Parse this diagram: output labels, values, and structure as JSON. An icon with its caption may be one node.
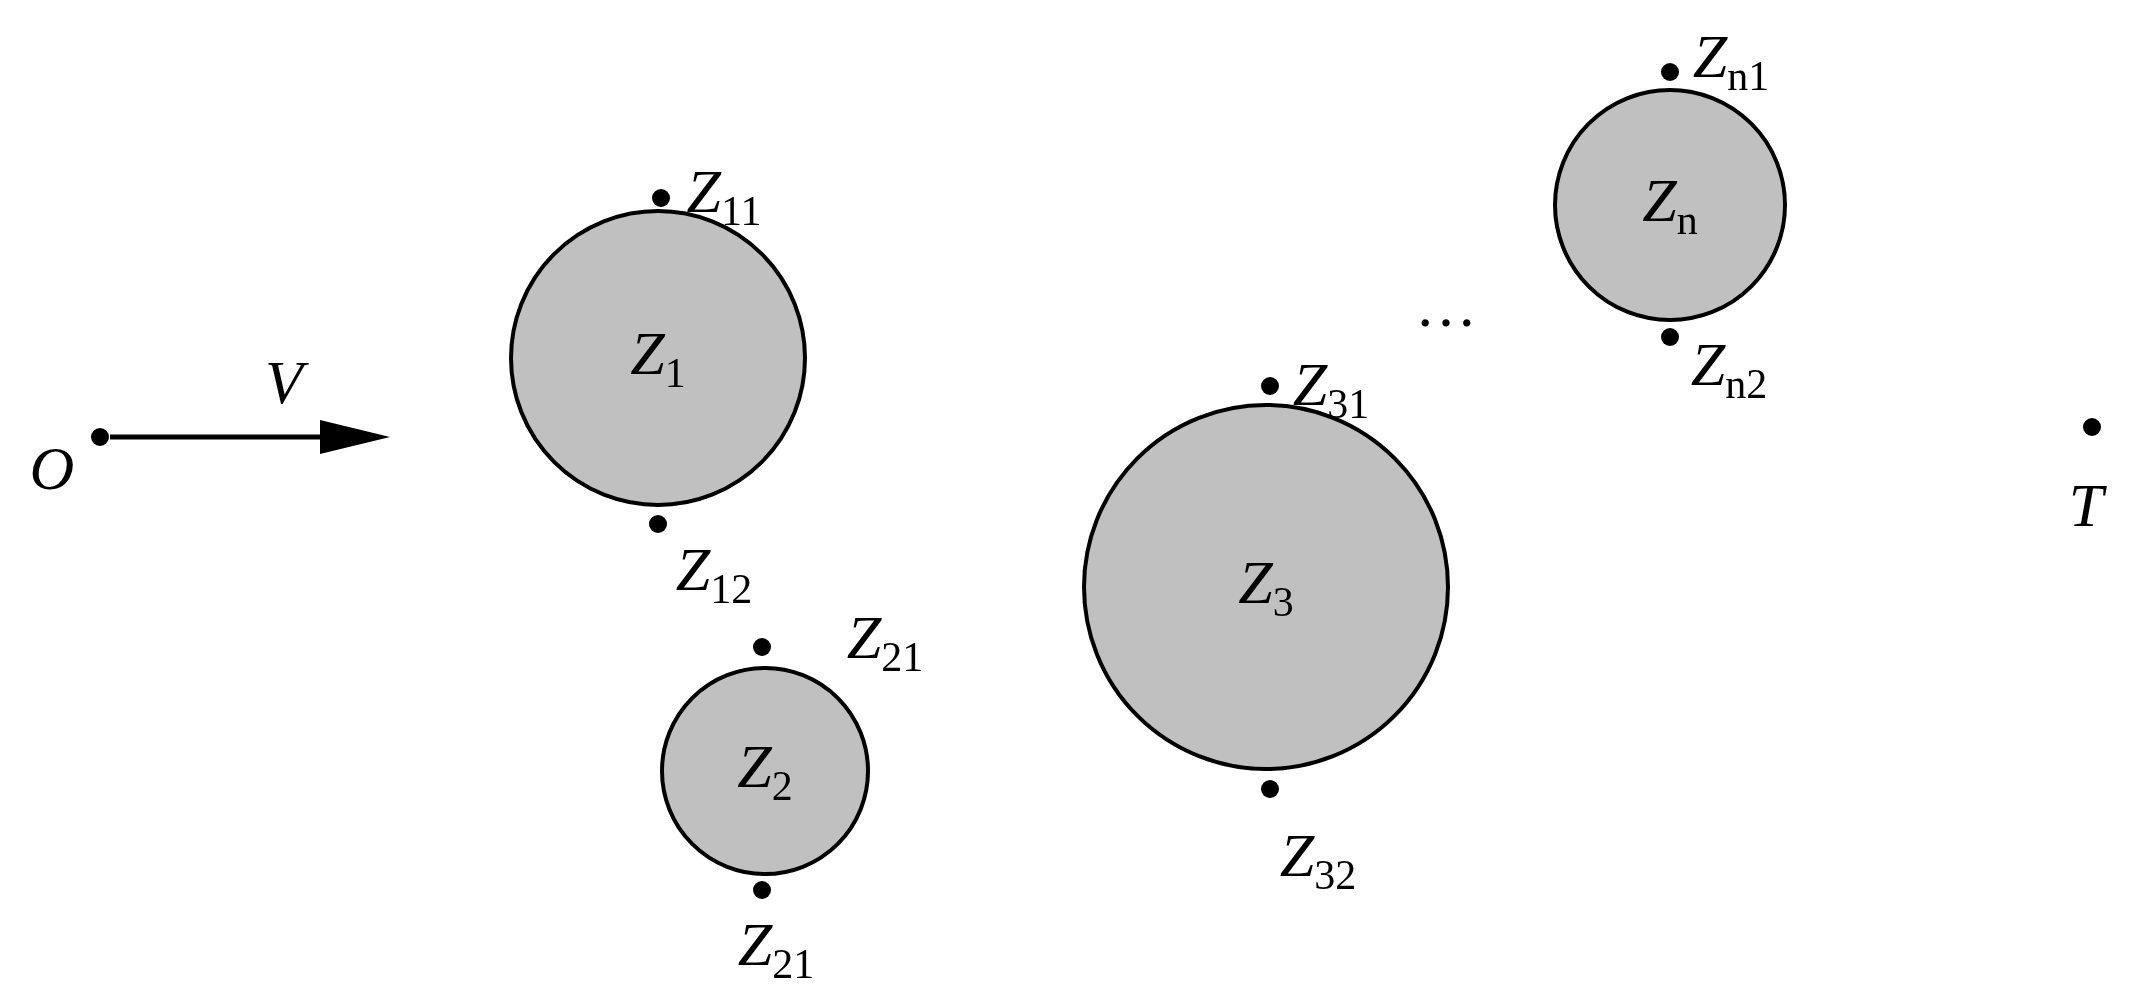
{
  "diagram": {
    "nodes": [
      {
        "text": [
          "O"
        ]
      },
      {
        "text": [
          "Z$_{1}$"
        ]
      },
      {
        "text": [
          "Z$_{11}$"
        ]
      },
      {
        "text": [
          "Z$_{12}$"
        ]
      },
      {
        "text": [
          "Z$_{2}$"
        ]
      },
      {
        "text": [
          "Z$_{21}$"
        ]
      },
      {
        "text": [
          "Z$_{21}$"
        ]
      },
      {
        "text": [
          "Z$_{3}$"
        ]
      },
      {
        "text": [
          "Z$_{31}$"
        ]
      },
      {
        "text": [
          "Z$_{32}$"
        ]
      },
      {
        "text": [
          "Z$_{n}$"
        ]
      },
      {
        "text": [
          "Z$_{n1}$"
        ]
      },
      {
        "text": [
          "Z$_{n2}$"
        ]
      },
      {
        "text": [
          "T"
        ]
      }
    ],
    "labels": [
      "V",
      "…"
    ]
  }
}
